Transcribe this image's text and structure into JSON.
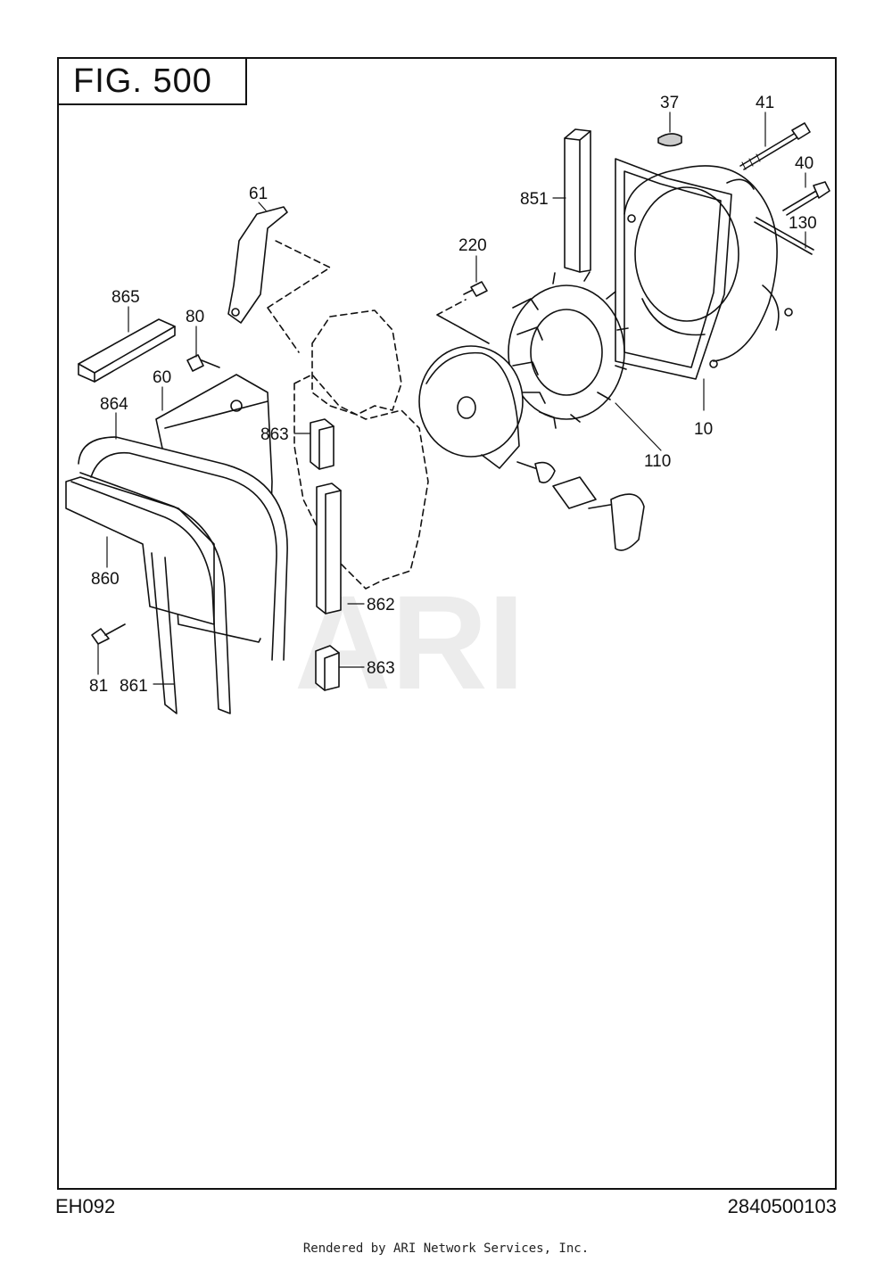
{
  "figure": {
    "title": "FIG. 500"
  },
  "watermark": "ARI",
  "footer": {
    "model_code": "EH092",
    "part_number": "2840500103",
    "credit": "Rendered by ARI Network Services, Inc."
  },
  "callouts": {
    "c37": "37",
    "c41": "41",
    "c40": "40",
    "c130": "130",
    "c851": "851",
    "c61": "61",
    "c220": "220",
    "c865": "865",
    "c80": "80",
    "c60": "60",
    "c864": "864",
    "c863a": "863",
    "c10": "10",
    "c110": "110",
    "c860": "860",
    "c862": "862",
    "c81": "81",
    "c861": "861",
    "c863b": "863"
  }
}
